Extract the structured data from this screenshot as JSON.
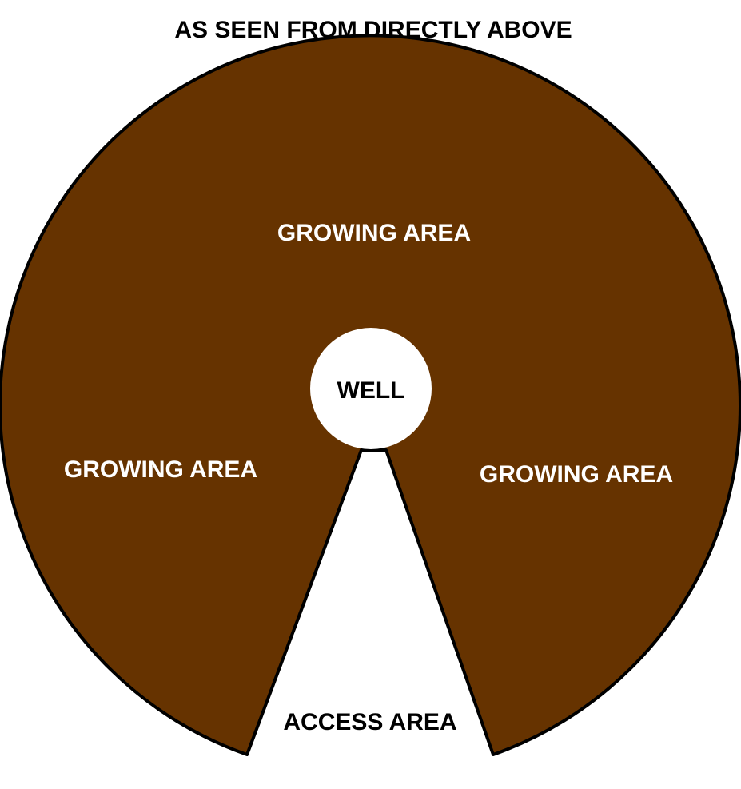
{
  "title": "AS SEEN FROM DIRECTLY ABOVE",
  "labels": {
    "growing_top": "GROWING AREA",
    "growing_left": "GROWING AREA",
    "growing_right": "GROWING AREA",
    "well": "WELL",
    "access": "ACCESS AREA"
  },
  "colors": {
    "soil": "#663300",
    "outline": "#000000",
    "background": "#ffffff",
    "growing_label": "#ffffff",
    "dark_label": "#000000"
  }
}
